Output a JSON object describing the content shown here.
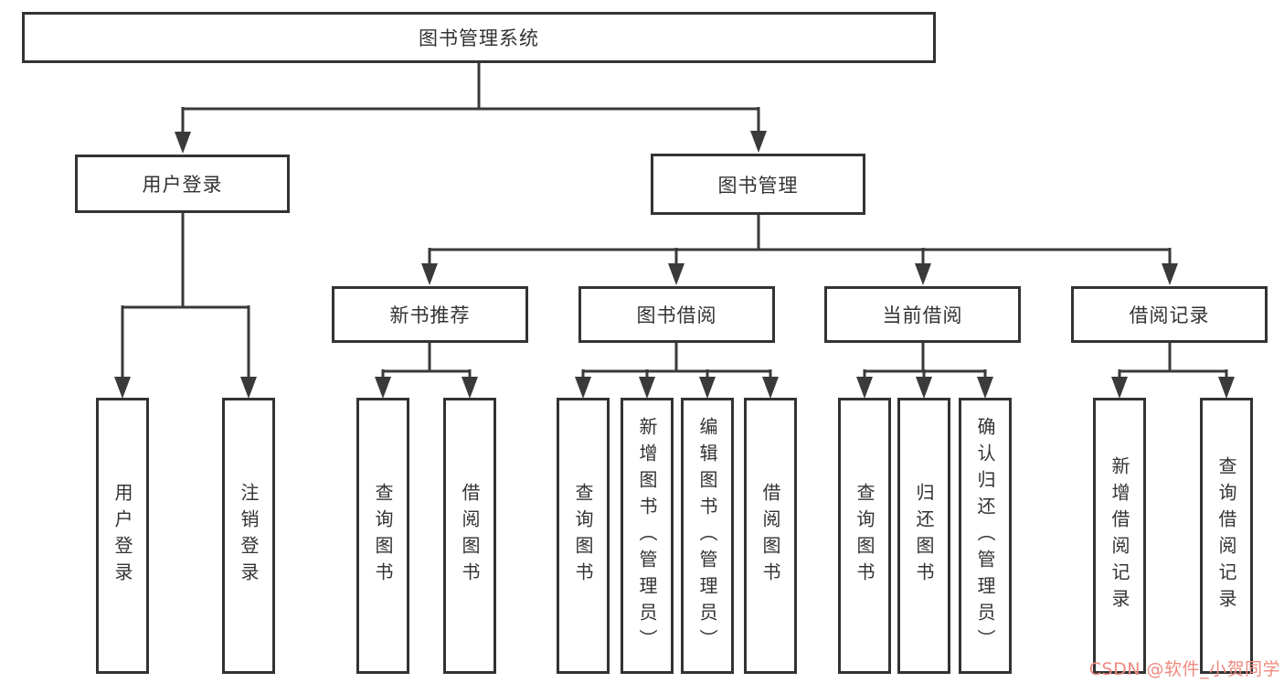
{
  "tree": {
    "root": "图书管理系统",
    "branches": [
      {
        "label": "用户登录",
        "leaves": [
          "用户登录",
          "注销登录"
        ]
      },
      {
        "label": "图书管理",
        "groups": [
          {
            "label": "新书推荐",
            "leaves": [
              "查询图书",
              "借阅图书"
            ]
          },
          {
            "label": "图书借阅",
            "leaves": [
              "查询图书",
              "新增图书（管理员）",
              "编辑图书（管理员）",
              "借阅图书"
            ]
          },
          {
            "label": "当前借阅",
            "leaves": [
              "查询图书",
              "归还图书",
              "确认归还（管理员）"
            ]
          },
          {
            "label": "借阅记录",
            "leaves": [
              "新增借阅记录",
              "查询借阅记录"
            ]
          }
        ]
      }
    ]
  },
  "watermark": {
    "text": "CSDN @软件_小贺同学"
  },
  "colors": {
    "line": "#3a3a3a",
    "border": "#333333",
    "text": "#333333",
    "bg": "#ffffff",
    "watermark": "#ef8a80"
  }
}
